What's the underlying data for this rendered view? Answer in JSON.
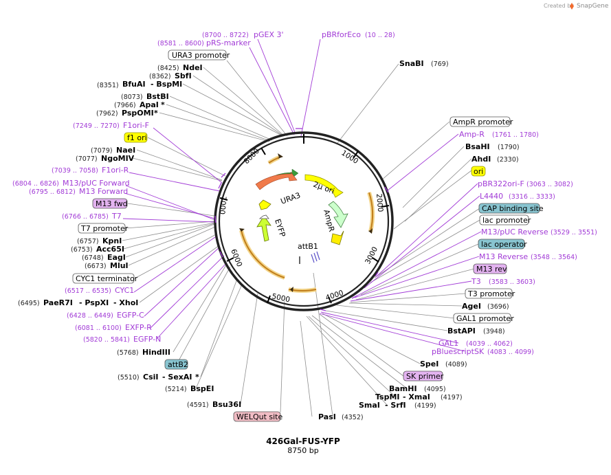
{
  "app": {
    "created_by": "Created by",
    "brand": "SnapGene"
  },
  "plasmid": {
    "name": "426Gal-FUS-YFP",
    "length": "8750 bp"
  },
  "map_ticks": [
    "1000",
    "2000",
    "3000",
    "4000",
    "5000",
    "6000",
    "7000",
    "8000"
  ],
  "features": {
    "ura3": "URA3",
    "two_mu": "2µ ori",
    "ampr": "AmpR",
    "eyfp": "EYFP",
    "attb1": "attB1"
  },
  "labels": {
    "pgex3": {
      "coord": "(8700 .. 8722)",
      "name": "pGEX 3'"
    },
    "pbrforeco": {
      "name": "pBRforEco",
      "coord": "(10 .. 28)"
    },
    "prsmarker": {
      "coord": "(8581 .. 8600)",
      "name": "pRS-marker"
    },
    "ura3_promoter": "URA3 promoter",
    "ndei": {
      "coord": "(8425)",
      "name": "NdeI"
    },
    "sbfi": {
      "coord": "(8362)",
      "name": "SbfI"
    },
    "bfuai": {
      "name": "BfuAI",
      "coord": "(8351)"
    },
    "bspmi": "- BspMI",
    "bstbi": {
      "coord": "(8073)",
      "name": "BstBI"
    },
    "apai": {
      "coord": "(7966)",
      "name": "ApaI",
      "star": "*"
    },
    "pspomi": {
      "coord": "(7962)",
      "name": "PspOMI",
      "star": "*"
    },
    "f1ori_f": {
      "coord": "(7249 .. 7270)",
      "name": "F1ori-F"
    },
    "f1ori": "f1 ori",
    "naei": {
      "coord": "(7079)",
      "name": "NaeI"
    },
    "ngomiv": {
      "coord": "(7077)",
      "name": "NgoMIV"
    },
    "f1ori_r": {
      "coord": "(7039 .. 7058)",
      "name": "F1ori-R"
    },
    "m13puc_fwd": {
      "coord": "(6804 .. 6826)",
      "name": "M13/pUC Forward"
    },
    "m13_forward": {
      "coord": "(6795 .. 6812)",
      "name": "M13 Forward"
    },
    "m13fwd": "M13 fwd",
    "t7": {
      "coord": "(6766 .. 6785)",
      "name": "T7"
    },
    "t7_promoter": "T7 promoter",
    "kpni": {
      "coord": "(6757)",
      "name": "KpnI"
    },
    "acc65i": {
      "coord": "(6753)",
      "name": "Acc65I"
    },
    "eagi": {
      "coord": "(6748)",
      "name": "EagI"
    },
    "mlui": {
      "coord": "(6673)",
      "name": "MluI"
    },
    "cyc1_term": "CYC1 terminator",
    "cyc1": {
      "coord": "(6517 .. 6535)",
      "name": "CYC1"
    },
    "paer7i": {
      "coord": "(6495)",
      "name": "PaeR7I",
      "pspxi": "- PspXI",
      "xhoi": "- XhoI"
    },
    "egfpc": {
      "coord": "(6428 .. 6449)",
      "name": "EGFP-C"
    },
    "exfpr": {
      "coord": "(6081 .. 6100)",
      "name": "EXFP-R"
    },
    "egfpn": {
      "coord": "(5820 .. 5841)",
      "name": "EGFP-N"
    },
    "hindiii": {
      "coord": "(5768)",
      "name": "HindIII"
    },
    "attb2": "attB2",
    "csii": {
      "coord": "(5510)",
      "name": "CsiI",
      "sexai": "- SexAI",
      "star": "*"
    },
    "bspei": {
      "coord": "(5214)",
      "name": "BspEI"
    },
    "bsu36i": {
      "coord": "(4591)",
      "name": "Bsu36I"
    },
    "welqut": "WELQut site",
    "snabi": {
      "name": "SnaBI",
      "coord": "(769)"
    },
    "ampr_promoter": "AmpR promoter",
    "ampr_primer": {
      "name": "Amp-R",
      "coord": "(1761 .. 1780)"
    },
    "bsahi": {
      "name": "BsaHI",
      "coord": "(1790)"
    },
    "ahdi": {
      "name": "AhdI",
      "coord": "(2330)"
    },
    "ori": "ori",
    "pbr322": {
      "name": "pBR322ori-F",
      "coord": "(3063 .. 3082)"
    },
    "l4440": {
      "name": "L4440",
      "coord": "(3316 .. 3333)"
    },
    "cap": "CAP binding site",
    "lac_promoter": "lac promoter",
    "m13puc_rev": {
      "name": "M13/pUC Reverse",
      "coord": "(3529 .. 3551)"
    },
    "lac_operator": "lac operator",
    "m13_reverse": {
      "name": "M13 Reverse",
      "coord": "(3548 .. 3564)"
    },
    "m13rev": "M13 rev",
    "t3": {
      "name": "T3",
      "coord": "(3583 .. 3603)"
    },
    "t3_promoter": "T3 promoter",
    "agei": {
      "name": "AgeI",
      "coord": "(3696)"
    },
    "gal1_promoter": "GAL1 promoter",
    "bstapi": {
      "name": "BstAPI",
      "coord": "(3948)"
    },
    "gal1": {
      "name": "GAL1",
      "coord": "(4039 .. 4062)"
    },
    "pbluescript": {
      "name": "pBluescriptSK",
      "coord": "(4083 .. 4099)"
    },
    "spei": {
      "name": "SpeI",
      "coord": "(4089)"
    },
    "sk": "SK primer",
    "bamhi": {
      "name": "BamHI",
      "coord": "(4095)"
    },
    "tspmi": {
      "name": "TspMI",
      "xmai": "- XmaI",
      "coord": "(4197)"
    },
    "smai": {
      "name": "SmaI",
      "srfi": "- SrfI",
      "coord": "(4199)"
    },
    "pasi": {
      "name": "PasI",
      "coord": "(4352)"
    }
  },
  "colors": {
    "backbone": "#222222",
    "enzyme_line": "#8c8c8c",
    "primer": "#a13ad6",
    "ori": "#ffff00",
    "ampr": "#ccffcc",
    "ura3": "#f07a4a",
    "eyfp": "#ccff33",
    "orf_arrow": "#e8a040",
    "promoter": "#ffffff",
    "protein_bind": "#88c4d0",
    "primer_bind": "#e3b3f0",
    "terminator": "#ffffff"
  }
}
